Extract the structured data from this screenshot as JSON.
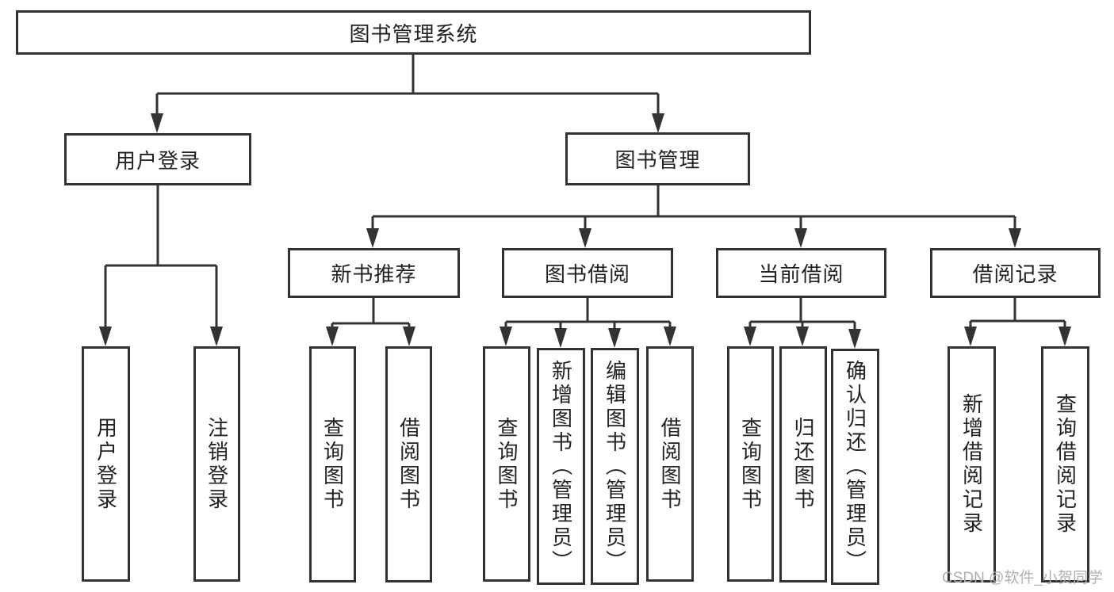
{
  "diagram_title": "图书管理系统",
  "tree": {
    "root": {
      "label": "图书管理系统",
      "children": [
        {
          "label": "用户登录",
          "children": [
            {
              "label": "用户登录"
            },
            {
              "label": "注销登录"
            }
          ]
        },
        {
          "label": "图书管理",
          "children": [
            {
              "label": "新书推荐",
              "children": [
                {
                  "label": "查询图书"
                },
                {
                  "label": "借阅图书"
                }
              ]
            },
            {
              "label": "图书借阅",
              "children": [
                {
                  "label": "查询图书"
                },
                {
                  "label": "新增图书（管理员）"
                },
                {
                  "label": "编辑图书（管理员）"
                },
                {
                  "label": "借阅图书"
                }
              ]
            },
            {
              "label": "当前借阅",
              "children": [
                {
                  "label": "查询图书"
                },
                {
                  "label": "归还图书"
                },
                {
                  "label": "确认归还（管理员）"
                }
              ]
            },
            {
              "label": "借阅记录",
              "children": [
                {
                  "label": "新增借阅记录"
                },
                {
                  "label": "查询借阅记录"
                }
              ]
            }
          ]
        }
      ]
    }
  },
  "watermark": {
    "text": "CSDN @软件_小贺同学"
  },
  "colors": {
    "line": "#333333",
    "box_border": "#333333",
    "text": "#222222",
    "watermark": "#b0b0b0",
    "background": "#ffffff"
  }
}
